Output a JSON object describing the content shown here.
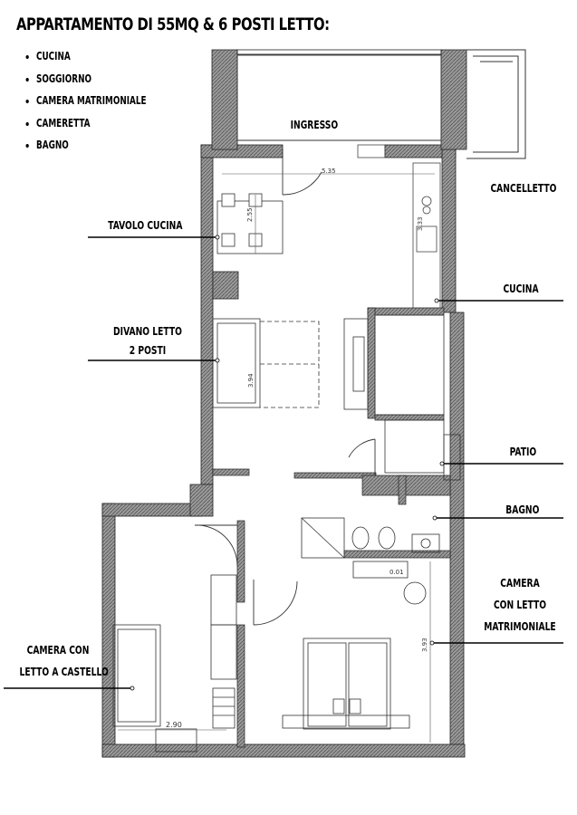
{
  "title": "APPARTAMENTO DI 55MQ & 6 POSTI LETTO:",
  "rooms": [
    "CUCINA",
    "SOGGIORNO",
    "CAMERA MATRIMONIALE",
    "CAMERETTA",
    "BAGNO"
  ],
  "labels": {
    "ingresso": "INGRESSO",
    "cancelletto": "CANCELLETTO",
    "tavolo_cucina": "TAVOLO CUCINA",
    "cucina": "CUCINA",
    "divano_line1": "DIVANO LETTO",
    "divano_line2": "2 POSTI",
    "patio": "PATIO",
    "bagno": "BAGNO",
    "camera_line1": "CAMERA",
    "camera_line2": "CON LETTO",
    "camera_line3": "MATRIMONIALE",
    "castello_line1": "CAMERA CON",
    "castello_line2": "LETTO A CASTELLO"
  },
  "dimensions": {
    "d1": "5.35",
    "d2": "2.55",
    "d3": "3.33",
    "d4": "3.94",
    "d5": "3.93",
    "d6": "2.90",
    "d7": "0.01"
  }
}
